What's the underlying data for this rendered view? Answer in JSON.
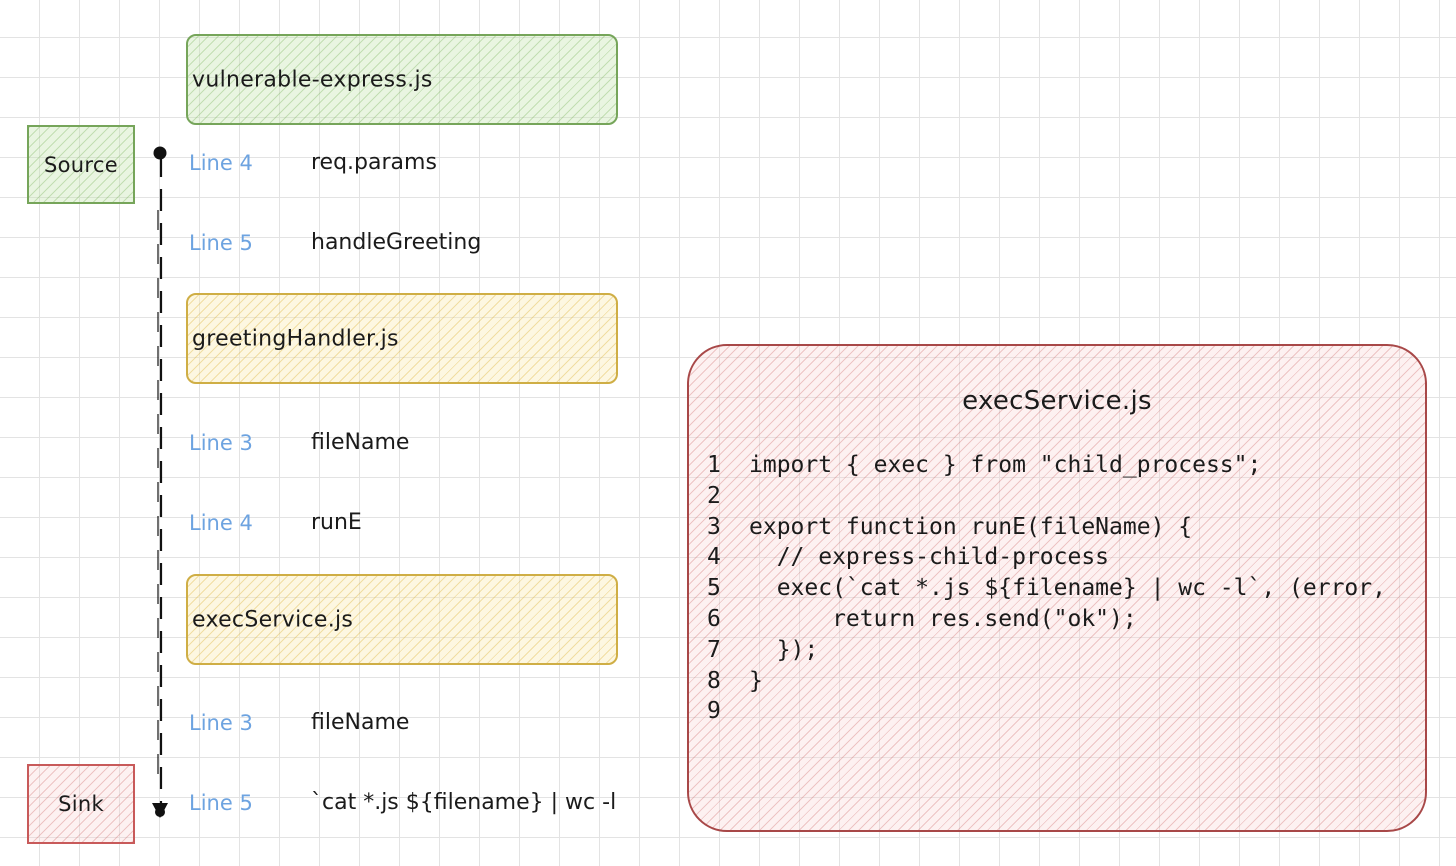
{
  "files": {
    "entry": "vulnerable-express.js",
    "handler": "greetingHandler.js",
    "service": "execService.js"
  },
  "tags": {
    "source": "Source",
    "sink": "Sink"
  },
  "steps": [
    {
      "line": "Line 4",
      "label": "req.params"
    },
    {
      "line": "Line 5",
      "label": "handleGreeting"
    },
    {
      "line": "Line 3",
      "label": "fileName"
    },
    {
      "line": "Line 4",
      "label": "runE"
    },
    {
      "line": "Line 3",
      "label": "fileName"
    },
    {
      "line": "Line 5",
      "label": "`cat *.js ${filename} | wc -l"
    }
  ],
  "code_panel": {
    "title": "execService.js",
    "lines": [
      {
        "num": "1",
        "text": "import { exec } from \"child_process\";"
      },
      {
        "num": "2",
        "text": ""
      },
      {
        "num": "3",
        "text": "export function runE(fileName) {"
      },
      {
        "num": "4",
        "text": "  // express-child-process"
      },
      {
        "num": "5",
        "text": "  exec(`cat *.js ${filename} | wc -l`, (error,"
      },
      {
        "num": "6",
        "text": "      return res.send(\"ok\");"
      },
      {
        "num": "7",
        "text": "  });"
      },
      {
        "num": "8",
        "text": "}"
      },
      {
        "num": "9",
        "text": ""
      }
    ]
  },
  "colors": {
    "green_stroke": "#76a55a",
    "yellow_stroke": "#cfae45",
    "red_stroke": "#a84848",
    "line_number_blue": "#6da3e0"
  }
}
